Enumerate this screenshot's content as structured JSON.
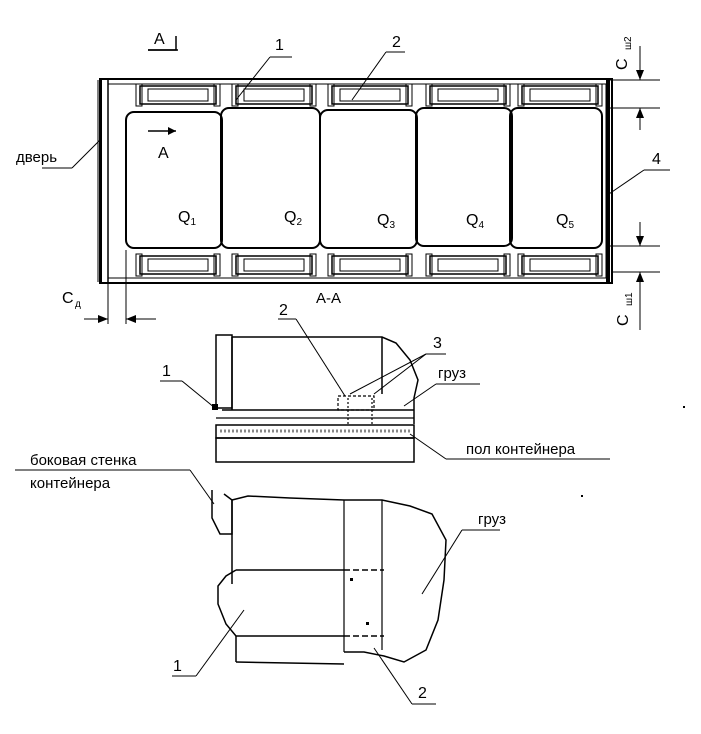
{
  "section_marks": {
    "cut_top": "A",
    "cut_bottom": "A",
    "section_title": "A-A"
  },
  "callouts": {
    "top_1": "1",
    "top_2": "2",
    "top_4": "4",
    "sec_1": "1",
    "sec_2": "2",
    "sec_3": "3",
    "bottom_1": "1",
    "bottom_2": "2"
  },
  "labels": {
    "door": "дверь",
    "cargo_section": "груз",
    "container_floor": "пол контейнера",
    "side_wall_line1": "боковая стенка",
    "side_wall_line2": "контейнера",
    "cargo_bottom": "груз"
  },
  "cargo_loads": [
    {
      "main": "Q",
      "sub": "1"
    },
    {
      "main": "Q",
      "sub": "2"
    },
    {
      "main": "Q",
      "sub": "3"
    },
    {
      "main": "Q",
      "sub": "4"
    },
    {
      "main": "Q",
      "sub": "5"
    }
  ],
  "clearances": {
    "door": {
      "main": "C",
      "sub": "д"
    },
    "wall_top": {
      "main": "C",
      "sub": "ш2"
    },
    "wall_bottom": {
      "main": "C",
      "sub": "ш1"
    }
  }
}
